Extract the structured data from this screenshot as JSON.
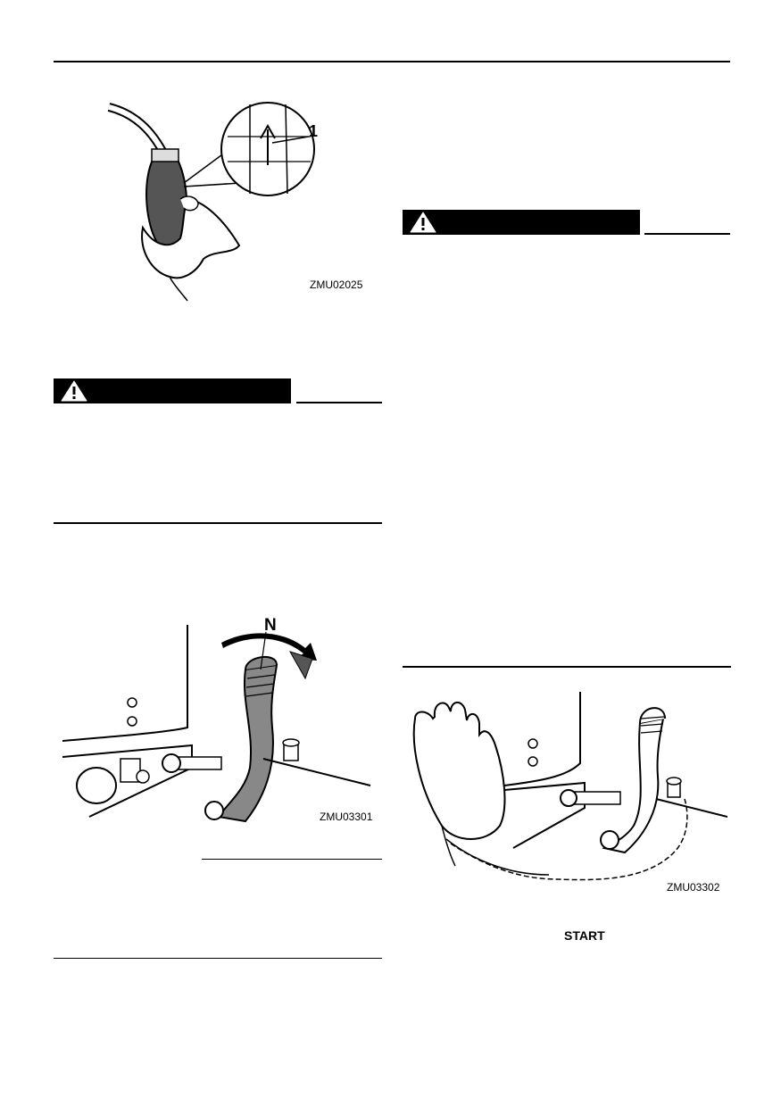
{
  "figures": {
    "fuel_primer": {
      "code": "ZMU02025",
      "callout": "1"
    },
    "shift_lever": {
      "code": "ZMU03301",
      "callout": "N"
    },
    "start_grip": {
      "code": "ZMU03302"
    }
  },
  "caption_start": "START",
  "icons": [
    "warning-triangle-icon",
    "warning-triangle-icon"
  ]
}
